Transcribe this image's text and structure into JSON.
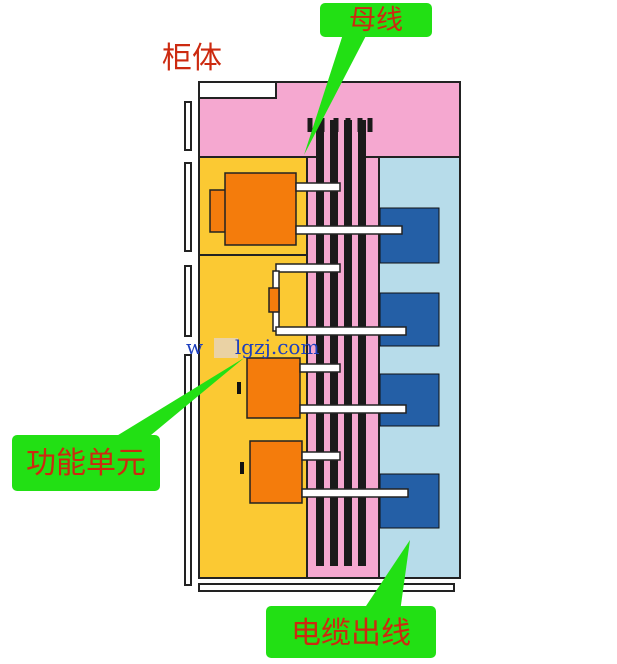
{
  "labels": {
    "cabinet": "柜体",
    "busbar": "母线",
    "functional_unit": "功能单元",
    "cable_outlet": "电缆出线",
    "watermark": "w     lgzj.com"
  },
  "colors": {
    "top_section": "#f5a8d0",
    "functional_area": "#fbc933",
    "busbar_area": "#f5a8d0",
    "cable_area": "#b7dcea",
    "unit_box": "#f47c0c",
    "terminal": "#245fa6",
    "busbar": "#1a1a1a",
    "callout": "#22e014",
    "label_text": "#cc2a10",
    "watermark": "#1d3fbf"
  }
}
